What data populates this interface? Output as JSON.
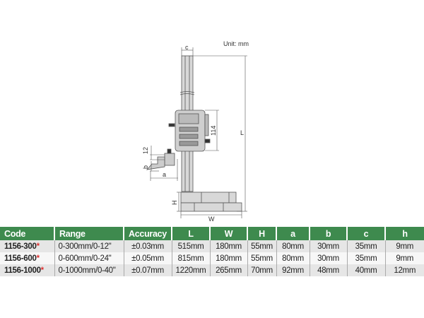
{
  "diagram": {
    "unit_label": "Unit: mm",
    "dim_labels": {
      "c": "c",
      "L": "L",
      "h114": "114",
      "h12": "12",
      "b": "b",
      "a": "a",
      "H": "H",
      "W": "W"
    }
  },
  "table": {
    "headers": [
      "Code",
      "Range",
      "Accuracy",
      "L",
      "W",
      "H",
      "a",
      "b",
      "c",
      "h"
    ],
    "rows": [
      {
        "code": "1156-300",
        "star": "*",
        "range": "0-300mm/0-12\"",
        "accuracy": "±0.03mm",
        "L": "515mm",
        "W": "180mm",
        "H": "55mm",
        "a": "80mm",
        "b": "30mm",
        "c": "35mm",
        "h": "9mm"
      },
      {
        "code": "1156-600",
        "star": "*",
        "range": "0-600mm/0-24\"",
        "accuracy": "±0.05mm",
        "L": "815mm",
        "W": "180mm",
        "H": "55mm",
        "a": "80mm",
        "b": "30mm",
        "c": "35mm",
        "h": "9mm"
      },
      {
        "code": "1156-1000",
        "star": "*",
        "range": "0-1000mm/0-40\"",
        "accuracy": "±0.07mm",
        "L": "1220mm",
        "W": "265mm",
        "H": "70mm",
        "a": "92mm",
        "b": "48mm",
        "c": "40mm",
        "h": "12mm"
      }
    ],
    "colors": {
      "header_bg": "#3e8a4e",
      "star": "#dd3333"
    }
  }
}
